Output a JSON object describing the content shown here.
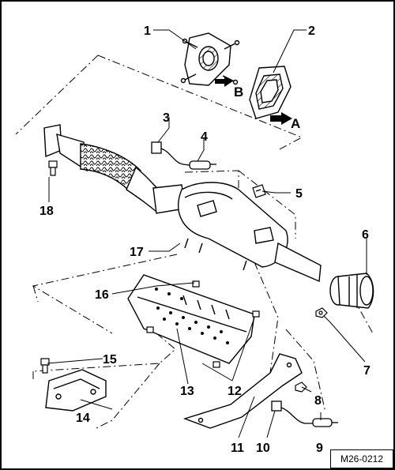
{
  "diagram": {
    "reference_code": "M26-0212",
    "callouts": [
      "1",
      "2",
      "3",
      "4",
      "5",
      "6",
      "7",
      "8",
      "9",
      "10",
      "11",
      "12",
      "13",
      "14",
      "15",
      "16",
      "17",
      "18"
    ],
    "view_arrows": [
      "A",
      "B"
    ]
  }
}
